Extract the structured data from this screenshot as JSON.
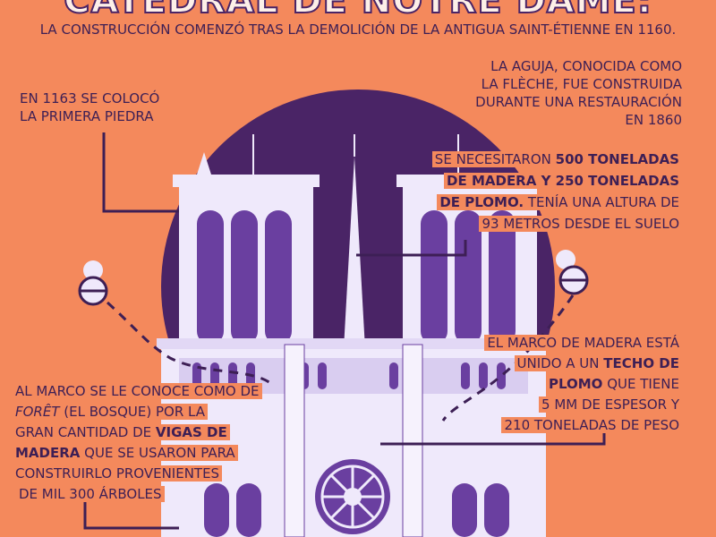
{
  "title": "CATEDRAL DE NOTRE DAME:",
  "subtitle": "LA CONSTRUCCIÓN COMENZÓ TRAS LA DEMOLICIÓN DE LA ANTIGUA SAINT-ÉTIENNE EN 1160.",
  "annotations": {
    "first_stone": [
      "EN 1163 SE COLOCÓ",
      "LA PRIMERA PIEDRA"
    ],
    "spire": [
      "LA AGUJA, CONOCIDA COMO",
      "LA FLÈCHE, FUE CONSTRUIDA",
      "DURANTE UNA RESTAURACIÓN",
      "EN 1860"
    ],
    "materials": {
      "l1_a": "SE NECESITARON ",
      "l1_b": "500 TONELADAS",
      "l2": "DE MADERA Y 250 TONELADAS",
      "l3_a": "DE PLOMO.",
      "l3_b": " TENÍA UNA ALTURA DE",
      "l4": "93 METROS DESDE EL SUELO"
    },
    "roof": {
      "l1": "EL MARCO DE MADERA ESTÁ",
      "l2_a": "UNIDO A UN ",
      "l2_b": "TECHO DE",
      "l3_a": "PLOMO",
      "l3_b": " QUE TIENE",
      "l4": "5 MM DE ESPESOR Y",
      "l5": "210 TONELADAS DE PESO"
    },
    "foret": {
      "l1": "AL MARCO SE LE CONOCE COMO DE",
      "l2_a": "FORÊT",
      "l2_b": " (EL BOSQUE) POR LA",
      "l3_a": "GRAN CANTIDAD DE ",
      "l3_b": "VIGAS DE",
      "l4_a": "MADERA",
      "l4_b": " QUE SE USARON PARA",
      "l5": "CONSTRUIRLO PROVENIENTES",
      "l6": "DE MIL 300 ÁRBOLES"
    }
  },
  "colors": {
    "background": "#f4895c",
    "dark_purple": "#4a2466",
    "mid_purple": "#6a3fa0",
    "light_lilac": "#efe9fb"
  },
  "icons": [
    "bee-icon",
    "bee-icon",
    "rose-window-icon"
  ]
}
